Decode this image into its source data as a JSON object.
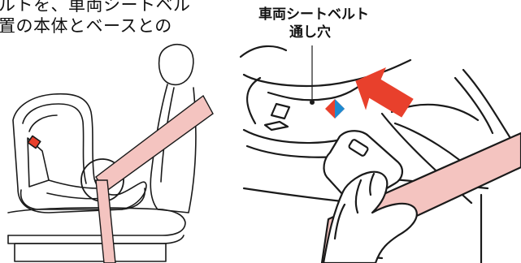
{
  "instruction_text": {
    "line1": "ルトを、車両シートベル",
    "line2": "置の本体とベースとの"
  },
  "callout_label": {
    "line1": "車両シートベルト",
    "line2": "通し穴"
  },
  "colors": {
    "belt_fill": "#f4c4c0",
    "belt_stroke": "#1a1a1a",
    "arrow_red": "#e8402c",
    "marker_red": "#e8402c",
    "marker_blue": "#1e8ad0",
    "line": "#1a1a1a"
  },
  "icons": {
    "direction_arrow": "arrow-pointing-left-down",
    "belt_guide_marker": "red-blue-diamond"
  }
}
